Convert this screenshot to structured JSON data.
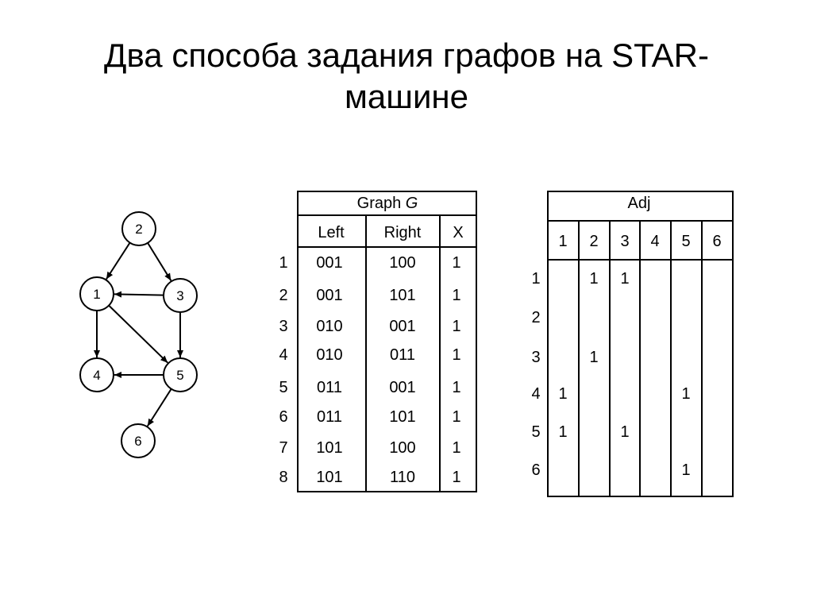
{
  "slide": {
    "title_line1": "Два способа задания графов на STAR-",
    "title_line2": "машине"
  },
  "graph": {
    "nodes": [
      {
        "label": "2"
      },
      {
        "label": "1"
      },
      {
        "label": "3"
      },
      {
        "label": "4"
      },
      {
        "label": "5"
      },
      {
        "label": "6"
      }
    ],
    "edges": [
      {
        "from": "2",
        "to": "1"
      },
      {
        "from": "2",
        "to": "3"
      },
      {
        "from": "3",
        "to": "1"
      },
      {
        "from": "1",
        "to": "4"
      },
      {
        "from": "1",
        "to": "5"
      },
      {
        "from": "3",
        "to": "5"
      },
      {
        "from": "5",
        "to": "4"
      },
      {
        "from": "5",
        "to": "6"
      }
    ]
  },
  "edge_table": {
    "title_prefix": "Graph ",
    "title_var": "G",
    "headers": [
      "Left",
      "Right",
      "X"
    ],
    "rows": [
      {
        "index": "1",
        "left": "001",
        "right": "100",
        "x": "1"
      },
      {
        "index": "2",
        "left": "001",
        "right": "101",
        "x": "1"
      },
      {
        "index": "3",
        "left": "010",
        "right": "001",
        "x": "1"
      },
      {
        "index": "4",
        "left": "010",
        "right": "011",
        "x": "1"
      },
      {
        "index": "5",
        "left": "011",
        "right": "001",
        "x": "1"
      },
      {
        "index": "6",
        "left": "011",
        "right": "101",
        "x": "1"
      },
      {
        "index": "7",
        "left": "101",
        "right": "100",
        "x": "1"
      },
      {
        "index": "8",
        "left": "101",
        "right": "110",
        "x": "1"
      }
    ]
  },
  "adj_table": {
    "title": "Adj",
    "columns": [
      "1",
      "2",
      "3",
      "4",
      "5",
      "6"
    ],
    "rows": [
      {
        "label": "1",
        "cells": [
          "",
          "1",
          "1",
          "",
          "",
          ""
        ]
      },
      {
        "label": "2",
        "cells": [
          "",
          "",
          "",
          "",
          "",
          ""
        ]
      },
      {
        "label": "3",
        "cells": [
          "",
          "1",
          "",
          "",
          "",
          ""
        ]
      },
      {
        "label": "4",
        "cells": [
          "1",
          "",
          "",
          "",
          "1",
          ""
        ]
      },
      {
        "label": "5",
        "cells": [
          "1",
          "",
          "1",
          "",
          "",
          ""
        ]
      },
      {
        "label": "6",
        "cells": [
          "",
          "",
          "",
          "",
          "1",
          ""
        ]
      }
    ]
  }
}
